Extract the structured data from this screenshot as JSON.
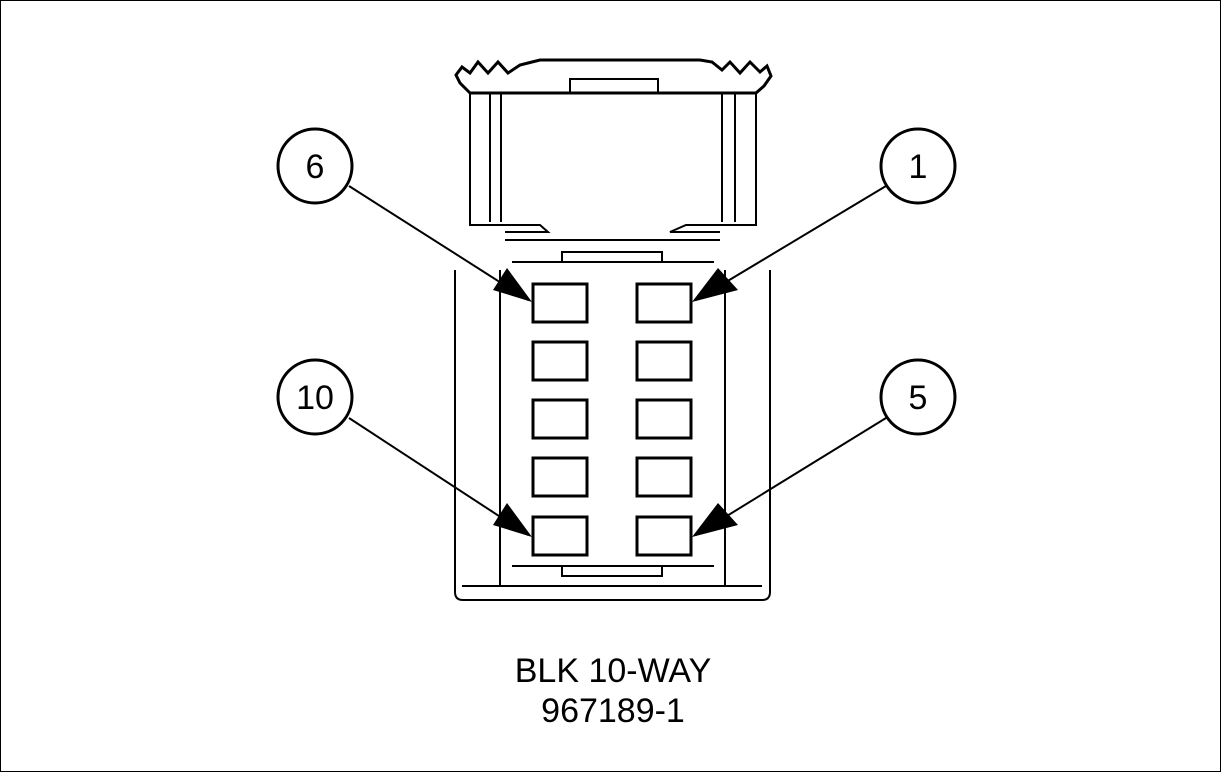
{
  "connector": {
    "caption_line1": "BLK 10-WAY",
    "caption_line2": "967189-1"
  },
  "callouts": [
    {
      "id": "callout-6",
      "label": "6"
    },
    {
      "id": "callout-1",
      "label": "1"
    },
    {
      "id": "callout-10",
      "label": "10"
    },
    {
      "id": "callout-5",
      "label": "5"
    }
  ]
}
